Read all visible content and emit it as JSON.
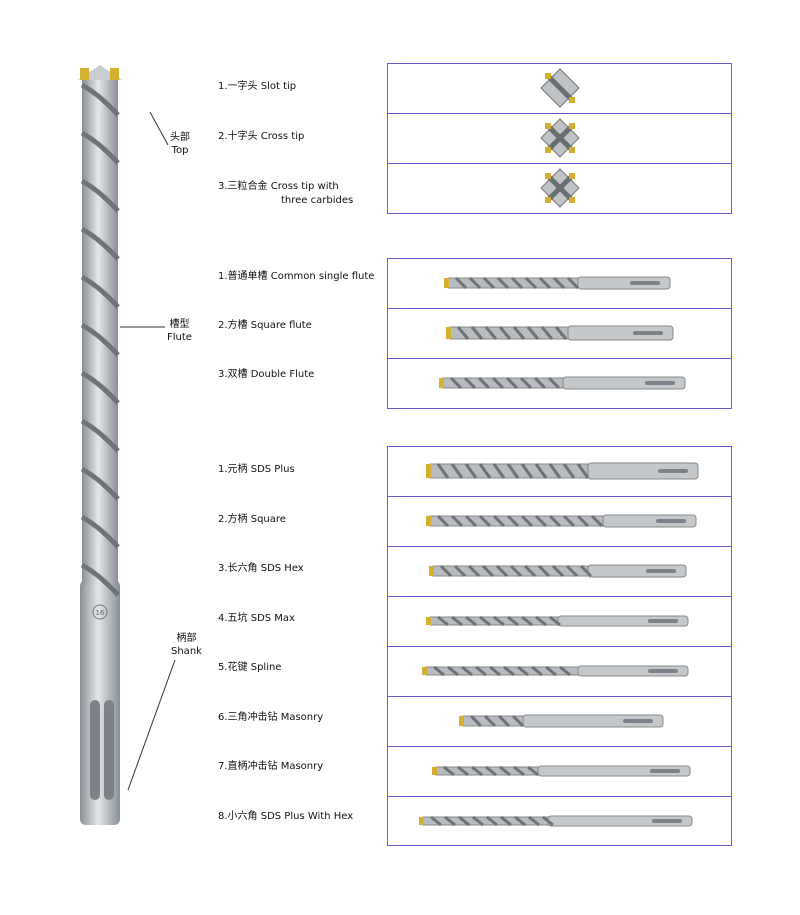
{
  "parts": {
    "top": {
      "zh": "头部",
      "en": "Top"
    },
    "flute": {
      "zh": "槽型",
      "en": "Flute"
    },
    "shank": {
      "zh": "柄部",
      "en": "Shank"
    }
  },
  "drill_marking": "16",
  "top_types": [
    {
      "label": "1.一字头  Slot tip",
      "label2": ""
    },
    {
      "label": "2.十字头  Cross tip",
      "label2": ""
    },
    {
      "label": "3.三粒合金  Cross tip with",
      "label2": "three carbides"
    }
  ],
  "flute_types": [
    {
      "label": "1.普通单槽  Common single flute"
    },
    {
      "label": "2.方槽  Square flute"
    },
    {
      "label": "3.双槽  Double Flute"
    }
  ],
  "shank_types": [
    {
      "label": "1.元柄  SDS Plus"
    },
    {
      "label": "2.方柄  Square"
    },
    {
      "label": "3.长六角  SDS Hex"
    },
    {
      "label": "4.五坑  SDS Max"
    },
    {
      "label": "5.花键  Spline"
    },
    {
      "label": "6.三角冲击钻  Masonry"
    },
    {
      "label": "7.直柄冲击钻  Masonry"
    },
    {
      "label": "8.小六角  SDS Plus With Hex"
    }
  ],
  "colors": {
    "border": "#6a5acd",
    "steel": "#b8bcc0",
    "steel_dark": "#7d8288",
    "carbide": "#d4b030"
  }
}
